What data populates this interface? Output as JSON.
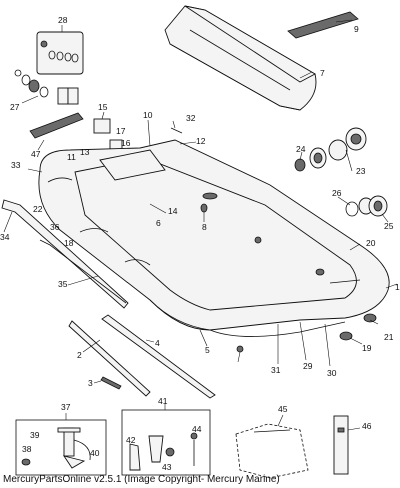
{
  "callouts": [
    "28",
    "9",
    "7",
    "27",
    "47",
    "15",
    "32",
    "17",
    "16",
    "13",
    "10",
    "12",
    "11",
    "33",
    "24",
    "23",
    "1",
    "26",
    "25",
    "22",
    "36",
    "14",
    "6",
    "8",
    "18",
    "20",
    "34",
    "35",
    "21",
    "19",
    "2",
    "4",
    "5",
    "3",
    "31",
    "29",
    "30",
    "37",
    "41",
    "45",
    "46",
    "39",
    "38",
    "40",
    "42",
    "43",
    "44"
  ],
  "footer": "MercuryPartsOnline v2.5.1 (Image Copyright- Mercury Marine)"
}
